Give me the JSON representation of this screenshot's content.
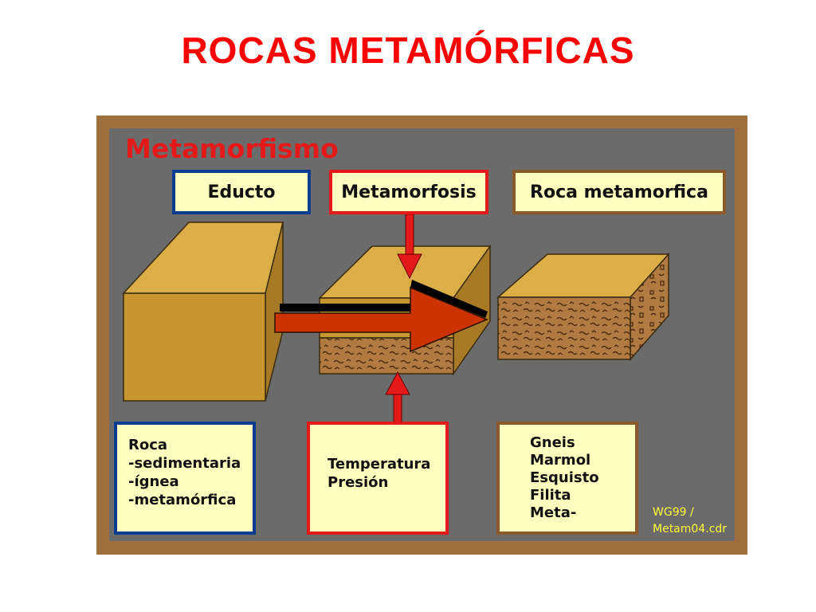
{
  "slide": {
    "title": "ROCAS METAMÓRFICAS"
  },
  "diagram": {
    "title": "Metamorfismo",
    "headers": {
      "educto": "Educto",
      "metamorfosis": "Metamorfosis",
      "roca_metamorfica": "Roca metamorfica"
    },
    "educto_list": [
      "Roca",
      "-sedimentaria",
      "-ígnea",
      "-metamórfica"
    ],
    "conditions_list": [
      "Temperatura",
      "Presión"
    ],
    "examples_list": [
      "Gneis",
      "Marmol",
      "Esquisto",
      "Filita",
      "Meta-"
    ],
    "credit": [
      "WG99 /",
      "Metam04.cdr"
    ]
  },
  "colors": {
    "title_red": "#ff0000",
    "frame_brown": "#a0703c",
    "panel_gray": "#6b6b6b",
    "box_fill": "#ffffc0",
    "blue_border": "#0a3d91",
    "red_border": "#e41a1a",
    "brown_border": "#8a5a2a",
    "block_face": "#c8962e",
    "block_top": "#dcae48",
    "arrow_orange": "#cc3300"
  }
}
